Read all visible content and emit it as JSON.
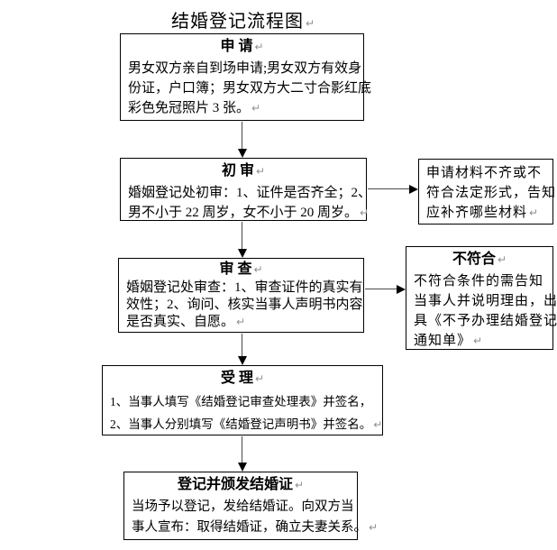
{
  "page": {
    "title": "结婚登记流程图",
    "return_mark": "↵",
    "border_color": "#000000",
    "arrow_line_color": "#4a4a4a",
    "arrow_head_color": "#000000",
    "return_mark_color": "#8f8f8f"
  },
  "flow": {
    "apply": {
      "title": "申 请",
      "lines": [
        "男女双方亲自到场申请;男女双方有效身",
        "份证，户口簿；男女双方大二寸合影红底",
        "彩色免冠照片 3 张。"
      ]
    },
    "initial_review": {
      "title": "初 审",
      "lines": [
        "婚姻登记处初审：1、证件是否齐全；2、",
        "男不小于 22 周岁，女不小于 20 周岁。"
      ]
    },
    "materials_notice": {
      "lines": [
        "申请材料不齐或不",
        "符合法定形式，告知",
        "应补齐哪些材料"
      ]
    },
    "review": {
      "title": "审 查",
      "lines": [
        "婚姻登记处审查：1、审查证件的真实有",
        "效性；2、询问、核实当事人声明书内容",
        "是否真实、自愿。"
      ]
    },
    "not_qualified": {
      "title": "不符合",
      "lines": [
        "不符合条件的需告知",
        "当事人并说明理由，出",
        "具《不予办理结婚登记",
        "通知单》"
      ]
    },
    "acceptance": {
      "title": "受 理",
      "lines": [
        "1、当事人填写《结婚登记审查处理表》并签名，",
        "2、当事人分别填写《结婚登记声明书》并签名。"
      ]
    },
    "registration": {
      "title": "登记并颁发结婚证",
      "lines": [
        "当场予以登记，发给结婚证。向双方当",
        "事人宣布：取得结婚证，确立夫妻关系。"
      ]
    }
  }
}
